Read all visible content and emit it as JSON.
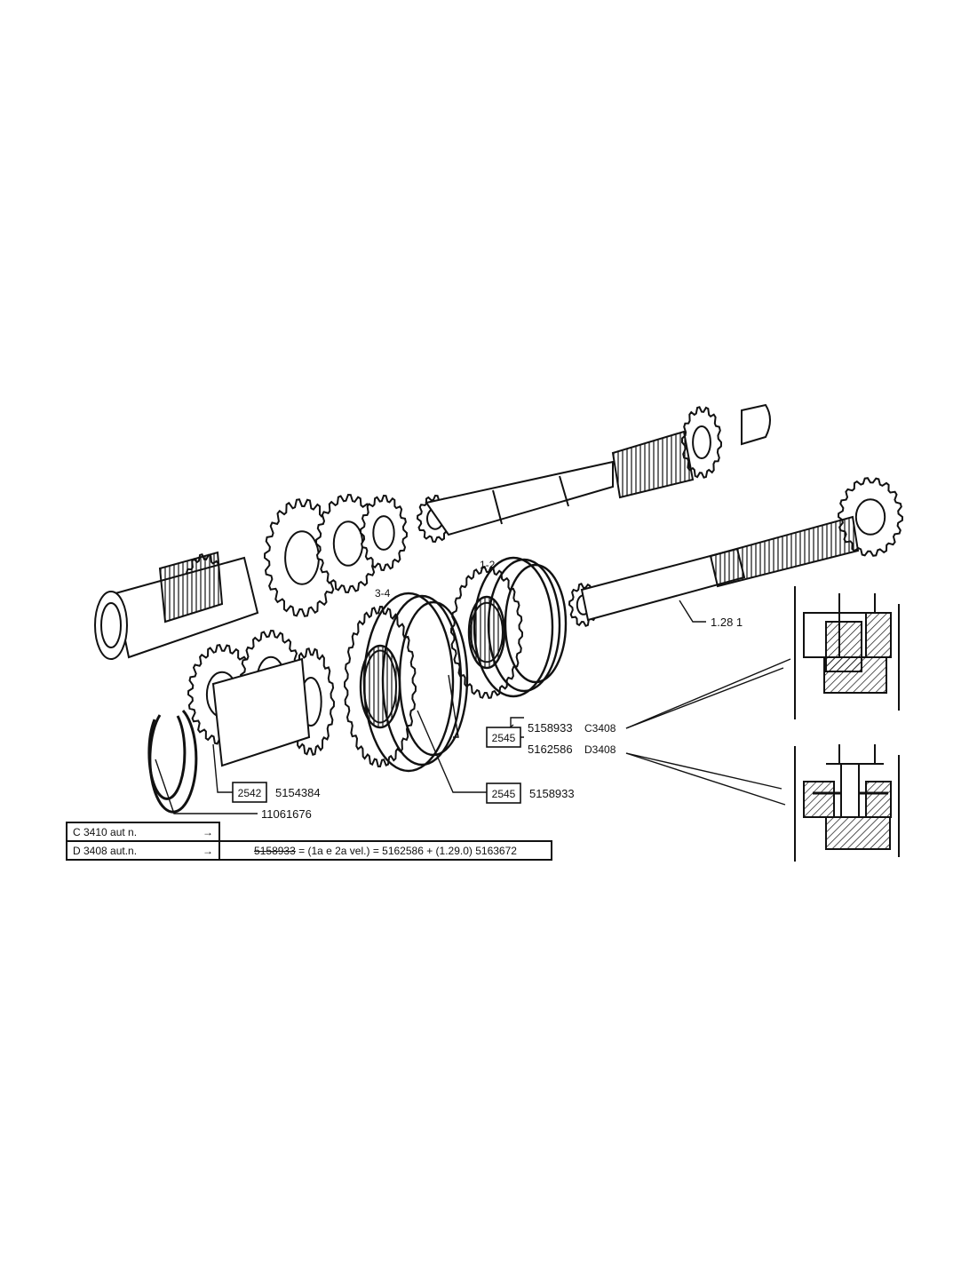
{
  "callouts": {
    "shaft_ref": "1.28 1",
    "ring_ref": "11061676",
    "group_2542": {
      "code": "2542",
      "part": "5154384"
    },
    "group_2545_lower": {
      "code": "2545",
      "part": "5158933"
    },
    "group_2545_upper": {
      "code": "2545",
      "part_a": "5158933",
      "serial_a": "C3408",
      "part_b": "5162586",
      "serial_b": "D3408"
    },
    "sync_label_12": "1-2",
    "sync_label_34": "3-4"
  },
  "table": {
    "row1": {
      "label": "C 3410 aut n.",
      "arrow": "→"
    },
    "row2": {
      "label": "D 3408 aut.n.",
      "arrow": "→",
      "struck_part": "5158933",
      "note": " = (1a e 2a vel.) = 5162586 + (1.29.0) 5163672"
    }
  }
}
